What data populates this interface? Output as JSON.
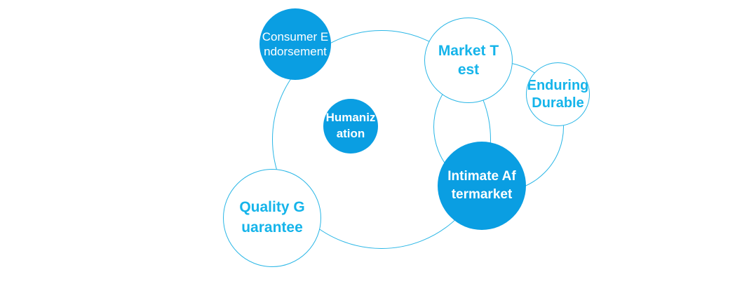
{
  "nodes": {
    "consumer": "Consumer Endorsement",
    "market": "Market Test",
    "enduring": "Enduring Durable",
    "humanization": "Humanization",
    "intimate": "Intimate Aftermarket",
    "quality": "Quality Guarantee"
  },
  "colors": {
    "filled": "#0a9ee2",
    "outline": "#29b6e6",
    "outline_text": "#15b4ea"
  }
}
